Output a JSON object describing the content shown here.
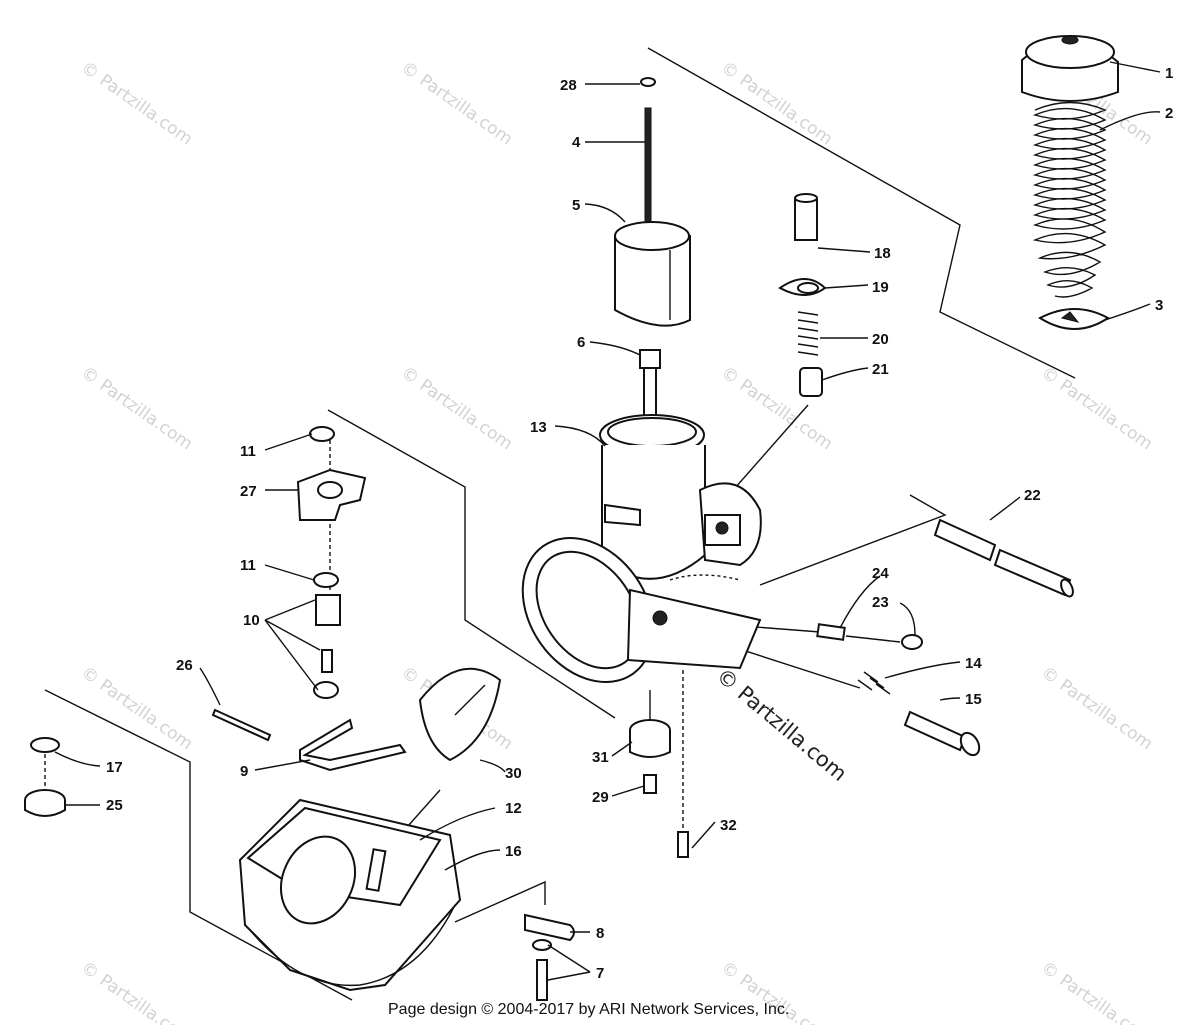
{
  "callouts": [
    "1",
    "2",
    "3",
    "4",
    "5",
    "6",
    "7",
    "8",
    "9",
    "10",
    "11",
    "11",
    "12",
    "13",
    "14",
    "15",
    "16",
    "17",
    "18",
    "19",
    "20",
    "21",
    "22",
    "23",
    "24",
    "25",
    "26",
    "27",
    "28",
    "29",
    "30",
    "31",
    "32"
  ],
  "watermark": {
    "small_text": "© Partzilla.com",
    "main_text": "© Partzilla.com"
  },
  "footer": {
    "text": "Page design © 2004-2017 by ARI Network Services, Inc."
  }
}
